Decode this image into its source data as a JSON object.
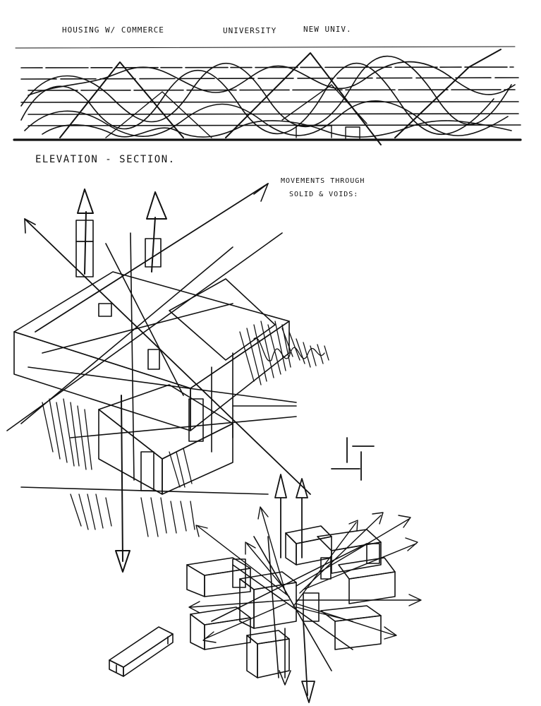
{
  "labels": {
    "housing_commerce": "Housing w/ commerce",
    "university": "University",
    "new_univ": "New Univ.",
    "elevation_section": "Elevation - Section.",
    "movements_line1": "Movements through",
    "movements_line2": "Solid & Voids:"
  },
  "ink_color": "#111111",
  "paper_color": "#ffffff"
}
